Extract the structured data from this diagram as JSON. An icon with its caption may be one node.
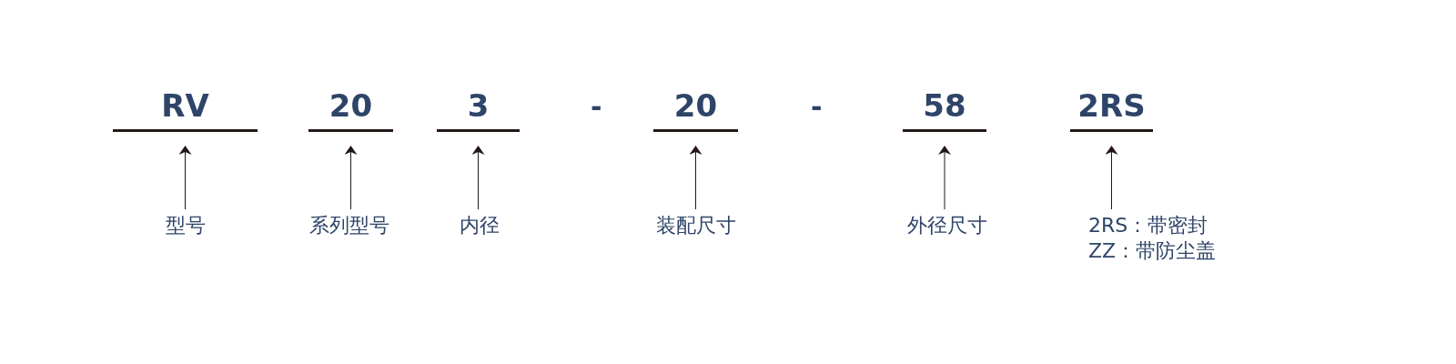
{
  "diagram": {
    "nodes": [
      {
        "text": [
          "RV"
        ]
      },
      {
        "text": [
          "20"
        ]
      },
      {
        "text": [
          "3"
        ]
      },
      {
        "text": [
          "20"
        ]
      },
      {
        "text": [
          "58"
        ]
      },
      {
        "text": [
          "2RS"
        ]
      },
      {
        "text": [
          "型号"
        ]
      },
      {
        "text": [
          "系列型号"
        ]
      },
      {
        "text": [
          "内径"
        ]
      },
      {
        "text": [
          "装配尺寸"
        ]
      },
      {
        "text": [
          "外径尺寸"
        ]
      },
      {
        "text": [
          "2RS：带密封",
          "ZZ：带防尘盖"
        ]
      }
    ],
    "edges": [
      {
        "from": 6,
        "to": 0,
        "arrow": "to"
      },
      {
        "from": 7,
        "to": 1,
        "arrow": "to"
      },
      {
        "from": 8,
        "to": 2,
        "arrow": "to"
      },
      {
        "from": 9,
        "to": 3,
        "arrow": "to"
      },
      {
        "from": 10,
        "to": 4,
        "arrow": "to"
      },
      {
        "from": 11,
        "to": 5,
        "arrow": "to"
      }
    ],
    "labels": [
      "-",
      "-"
    ]
  }
}
